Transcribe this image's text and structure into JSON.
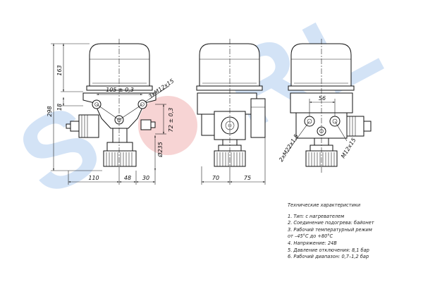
{
  "watermark": {
    "text": "SORL",
    "colors": {
      "letters": "#cfe0f5",
      "circle": "#f6d0d0"
    }
  },
  "dimensions": {
    "height_total": "298",
    "height_upper": "163",
    "height_small": "18",
    "span_mounting": "105 ± 0,3",
    "thread_mount": "3хM12х15",
    "height_ports": "72 ± 0,3",
    "diameter": "Ø235",
    "width_left": "110",
    "width_mid": "48",
    "width_right": "30",
    "side_w1": "70",
    "side_w2": "75",
    "rear_width": "56",
    "thread_ports": "2хM22х1,5",
    "thread_side": "M12х15"
  },
  "specs": {
    "title": "Технические характеристики",
    "items": [
      "1. Тип: с нагревателем",
      "2. Соединение подогрева: байонет",
      "3. Рабочий температурный режим",
      "от –45°С до +80°С",
      "4. Напряжение: 24В",
      "5. Давление отключения: 8,1 бар",
      "6. Рабочий диапазон: 0,7–1,2 бар"
    ]
  }
}
